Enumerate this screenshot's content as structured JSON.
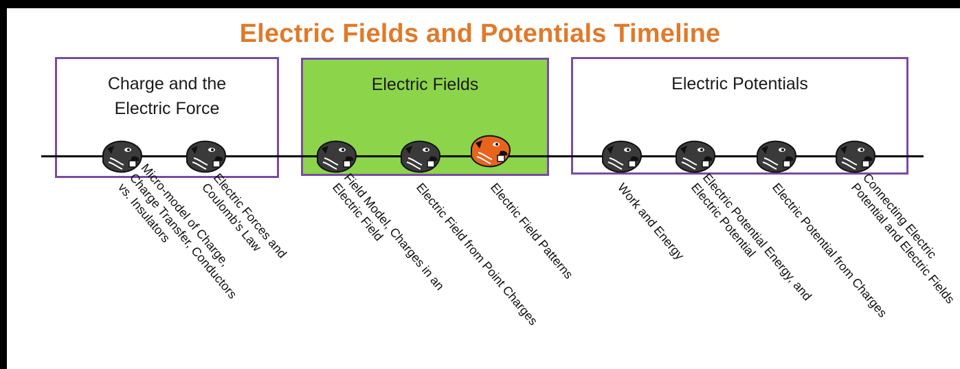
{
  "title": "Electric Fields and Potentials Timeline",
  "sections": [
    {
      "label": "Charge and the\nElectric Force",
      "highlighted": false
    },
    {
      "label": "Electric Fields",
      "highlighted": true
    },
    {
      "label": "Electric Potentials",
      "highlighted": false
    }
  ],
  "topics": [
    {
      "label": "Micro-model of Charge,\nCharge Transfer, Conductors\nvs. Insulators",
      "current": false
    },
    {
      "label": "Electric Forces and\nCoulomb’s Law",
      "current": false
    },
    {
      "label": "Field Model, Charges in an\nElectric Field",
      "current": false
    },
    {
      "label": "Electric Field from Point Charges",
      "current": false
    },
    {
      "label": "Electric Field Patterns",
      "current": true
    },
    {
      "label": "Work and Energy",
      "current": false
    },
    {
      "label": "Electric Potential Energy, and\nElectric Potential",
      "current": false
    },
    {
      "label": "Electric Potential from Charges",
      "current": false
    },
    {
      "label": "Connecting Electric\nPotential and Electric Fields",
      "current": false
    }
  ],
  "colors": {
    "title": "#e07a2a",
    "section_border": "#7a49a5",
    "highlight_fill": "#8cd44a",
    "beaver_default": "#3a3a3a",
    "beaver_current": "#e8641c"
  },
  "icons": {
    "marker": "beaver-mascot-icon"
  }
}
